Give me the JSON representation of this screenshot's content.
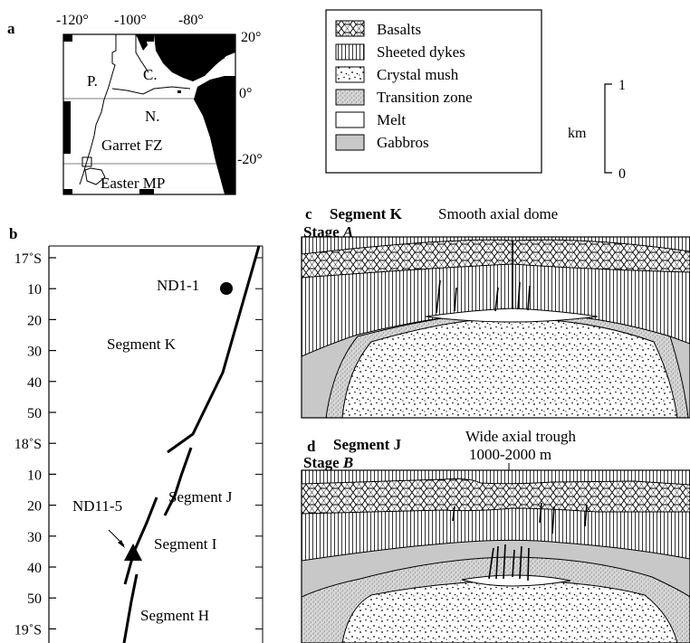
{
  "panel_a": {
    "label": "a",
    "lon_ticks": [
      "-120°",
      "-100°",
      "-80°"
    ],
    "lat_ticks": [
      "20°",
      "0°",
      "-20°"
    ],
    "regions": {
      "pacific": "P.",
      "cocos": "C.",
      "nazca": "N."
    },
    "places": {
      "garrett": "Garret FZ",
      "easter": "Easter MP"
    }
  },
  "legend": {
    "items": [
      {
        "label": "Basalts",
        "pattern": "hex"
      },
      {
        "label": "Sheeted dykes",
        "pattern": "vlines"
      },
      {
        "label": "Crystal mush",
        "pattern": "dots"
      },
      {
        "label": "Transition zone",
        "pattern": "stipple"
      },
      {
        "label": "Melt",
        "pattern": "blank"
      },
      {
        "label": "Gabbros",
        "pattern": "gray"
      }
    ]
  },
  "scale_bar": {
    "unit": "km",
    "top": "1",
    "bottom": "0"
  },
  "panel_b": {
    "label": "b",
    "lat_ticks": [
      "17˚S",
      "10",
      "20",
      "30",
      "40",
      "50",
      "18˚S",
      "10",
      "20",
      "30",
      "40",
      "50",
      "19˚S"
    ],
    "samples": [
      {
        "name": "ND1-1",
        "marker": "circle"
      },
      {
        "name": "ND11-5",
        "marker": "triangle"
      }
    ],
    "segments": [
      "Segment K",
      "Segment J",
      "Segment I",
      "Segment H"
    ]
  },
  "panel_c": {
    "label": "c",
    "segment": "Segment K",
    "stage_prefix": "Stage",
    "stage_letter": "A",
    "annotation": "Smooth axial dome"
  },
  "panel_d": {
    "label": "d",
    "segment": "Segment J",
    "stage_prefix": "Stage",
    "stage_letter": "B",
    "annotation_line1": "Wide axial trough",
    "annotation_line2": "1000-2000 m"
  },
  "colors": {
    "land": "#000000",
    "gabbro": "#c8c8c8",
    "ink": "#000000"
  }
}
